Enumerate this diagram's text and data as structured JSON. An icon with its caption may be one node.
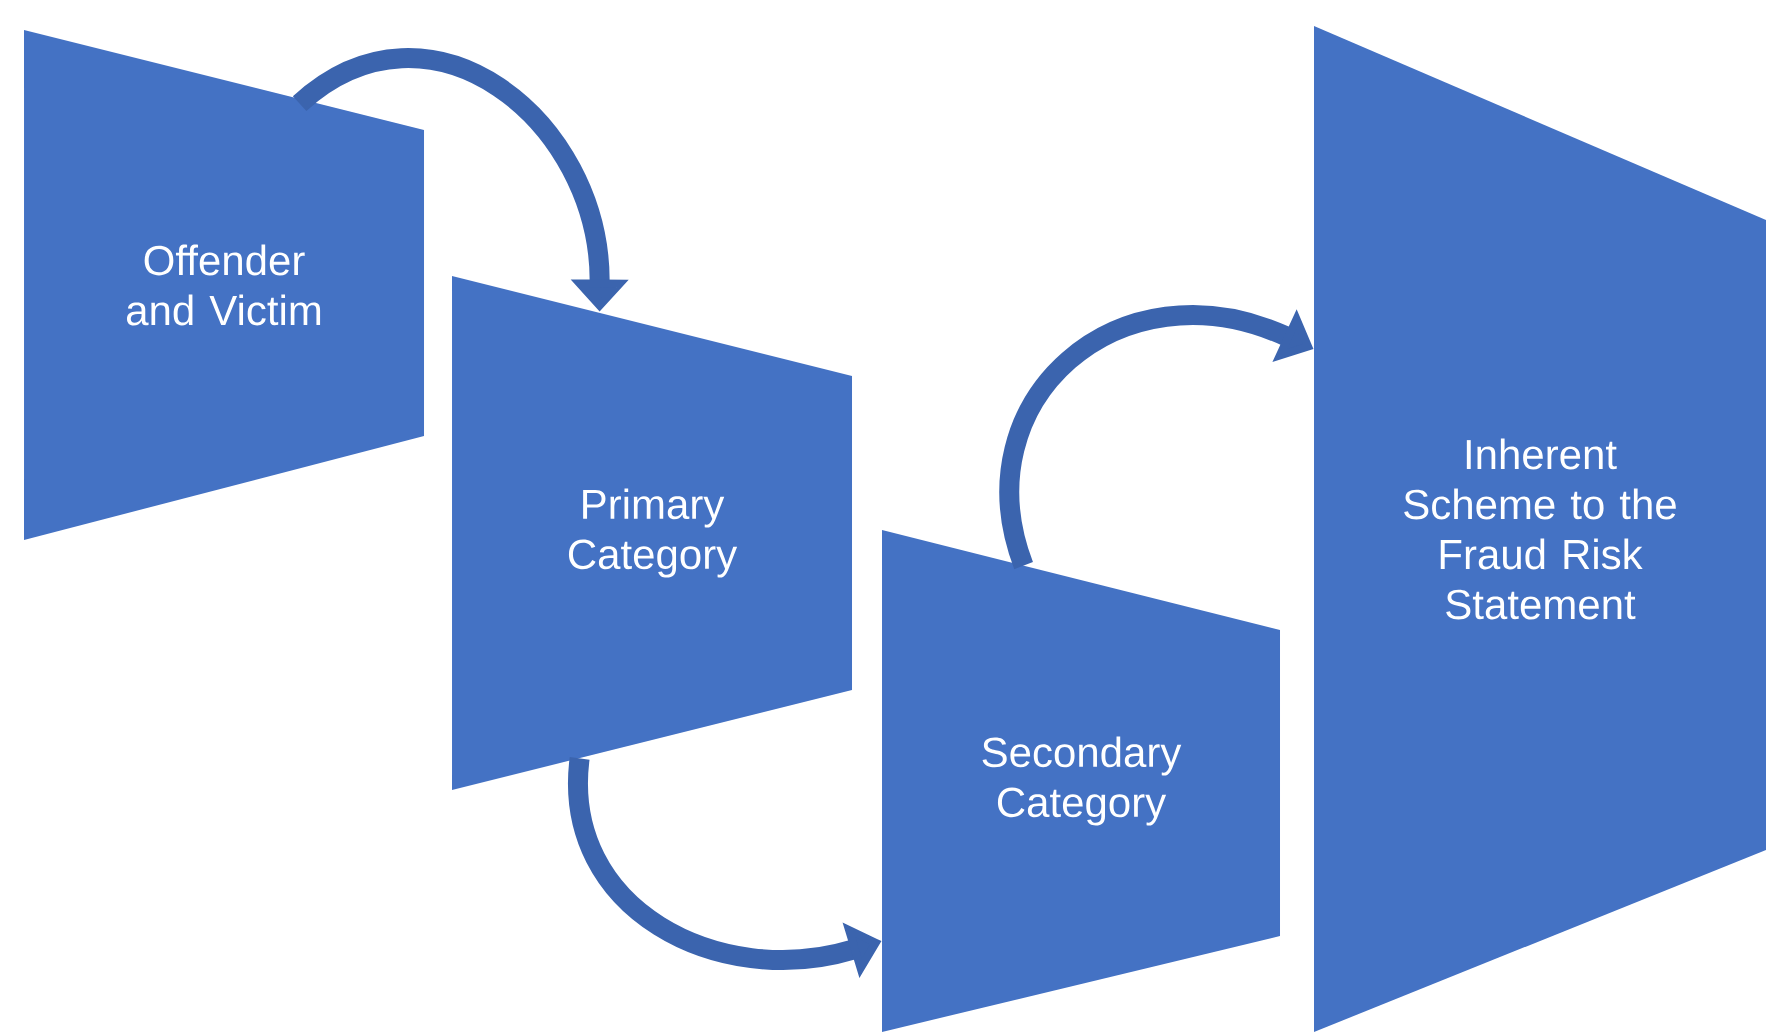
{
  "diagram": {
    "nodes": [
      {
        "text": [
          "Offender and Victim"
        ]
      },
      {
        "text": [
          "Primary Category"
        ]
      },
      {
        "text": [
          "Secondary Category"
        ]
      },
      {
        "text": [
          "Inherent Scheme to the Fraud Risk Statement"
        ]
      }
    ],
    "edges": [
      {
        "from": 0,
        "to": 1,
        "arrow": "to"
      },
      {
        "from": 1,
        "to": 2,
        "arrow": "to"
      },
      {
        "from": 2,
        "to": 3,
        "arrow": "to"
      }
    ]
  }
}
